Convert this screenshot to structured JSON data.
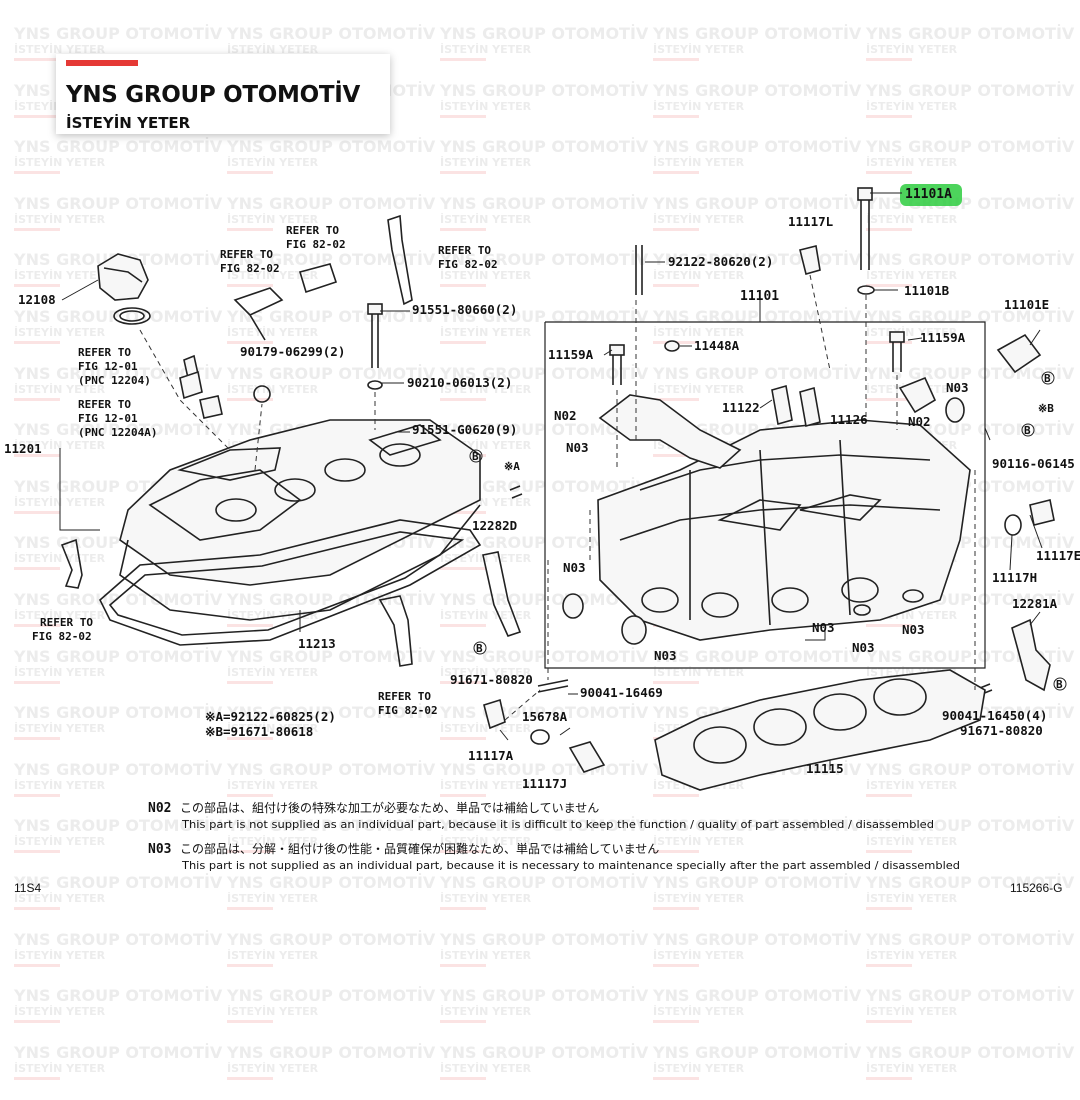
{
  "brand": {
    "name": "YNS GROUP OTOMOTİV",
    "slogan": "İSTEYİN YETER",
    "accent": "#e53935"
  },
  "watermark": {
    "line1": "YNS GROUP OTOMOTİV",
    "line2": "İSTEYİN YETER"
  },
  "highlight": {
    "part": "11101A",
    "color": "#2ecc40"
  },
  "parts": {
    "p12108": "12108",
    "p11201": "11201",
    "p11213": "11213",
    "p11101": "11101",
    "p11101B": "11101B",
    "p11101E": "11101E",
    "p11117L": "11117L",
    "p11159A_l": "11159A",
    "p11159A_r": "11159A",
    "p11448A": "11448A",
    "p11122": "11122",
    "p11126": "11126",
    "p12282D": "12282D",
    "p12281A": "12281A",
    "p11117E": "11117E",
    "p11117H": "11117H",
    "p11117A": "11117A",
    "p11117J": "11117J",
    "p15678A": "15678A",
    "p11115": "11115",
    "p92122_80620": "92122-80620(2)",
    "p91551_80660": "91551-80660(2)",
    "p90179_06299": "90179-06299(2)",
    "p90210_06013": "90210-06013(2)",
    "p91551_G0620": "91551-G0620(9)",
    "p90116_06145": "90116-06145",
    "p91671_80820_l": "91671-80820",
    "p91671_80820_r": "91671-80820",
    "p90041_16469": "90041-16469",
    "p90041_16450": "90041-16450(4)",
    "noteA": "※A=92122-60825(2)",
    "noteB": "※B=91671-80618",
    "markA": "※A",
    "markB": "※B",
    "letterB": "B"
  },
  "codes": {
    "n02": "N02",
    "n03": "N03"
  },
  "refs": {
    "refer_to": "REFER TO",
    "fig8202": "FIG 82-02",
    "fig1201": "FIG 12-01",
    "pnc12204": "(PNC 12204)",
    "pnc12204a": "(PNC 12204A)"
  },
  "notes": {
    "n02_label": "N02",
    "n02_jp": "この部品は、組付け後の特殊な加工が必要なため、単品では補給していません",
    "n02_en": "This part is not supplied as an individual part, because it is difficult to keep the function / quality of part assembled / disassembled",
    "n03_label": "N03",
    "n03_jp": "この部品は、分解・組付け後の性能・品質確保が困難なため、単品では補給していません",
    "n03_en": "This part is not supplied as an individual part, because it is necessary to maintenance specially after the part assembled / disassembled"
  },
  "footer": {
    "left": "11S4",
    "right": "115266-G"
  }
}
